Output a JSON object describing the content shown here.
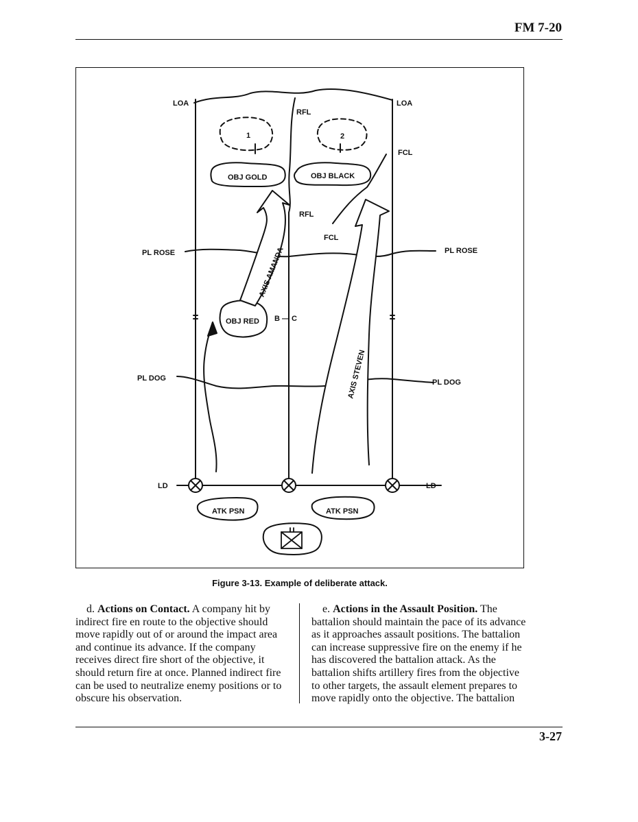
{
  "header": {
    "doc_id": "FM 7-20"
  },
  "figure": {
    "caption": "Figure 3-13. Example of deliberate attack.",
    "labels": {
      "loa_left": "LOA",
      "loa_right": "LOA",
      "rfl_top": "RFL",
      "rfl_mid": "RFL",
      "fcl_right": "FCL",
      "fcl_mid": "FCL",
      "pl_rose_left": "PL ROSE",
      "pl_rose_right": "PL ROSE",
      "pl_dog_left": "PL DOG",
      "pl_dog_right": "PL DOG",
      "ld_left": "LD",
      "ld_right": "LD",
      "boundary": "B — C",
      "obj_gold": "OBJ GOLD",
      "obj_black": "OBJ BLACK",
      "obj_red": "OBJ RED",
      "objective_1": "1",
      "objective_2": "2",
      "atk_psn_left": "ATK PSN",
      "atk_psn_right": "ATK PSN",
      "axis_amanda": "AXIS AMANDA",
      "axis_steven": "AXIS STEVEN",
      "boundary_mark_left": "II",
      "boundary_mark_right": "II"
    }
  },
  "body": {
    "left": {
      "letter": "d.",
      "heading": "Actions on Contact.",
      "lines": [
        "A company hit by",
        "indirect fire en route to the objective should",
        "move rapidly out of or around the impact area",
        "and continue its advance. If the company",
        "receives direct fire short of the objective, it",
        "should return fire at once. Planned indirect fire",
        "can be used to neutralize enemy positions or to",
        "obscure his observation."
      ]
    },
    "right": {
      "letter": "e.",
      "heading": "Actions in the Assault Position.",
      "lines": [
        "The",
        "battalion should maintain the pace of its advance",
        "as it approaches assault positions. The battalion",
        "can increase suppressive fire on the enemy if he",
        "has discovered the battalion attack. As the",
        "battalion shifts artillery fires from the objective",
        "to other targets, the assault element prepares to",
        "move rapidly onto the objective. The battalion"
      ]
    }
  },
  "footer": {
    "page_number": "3-27"
  }
}
